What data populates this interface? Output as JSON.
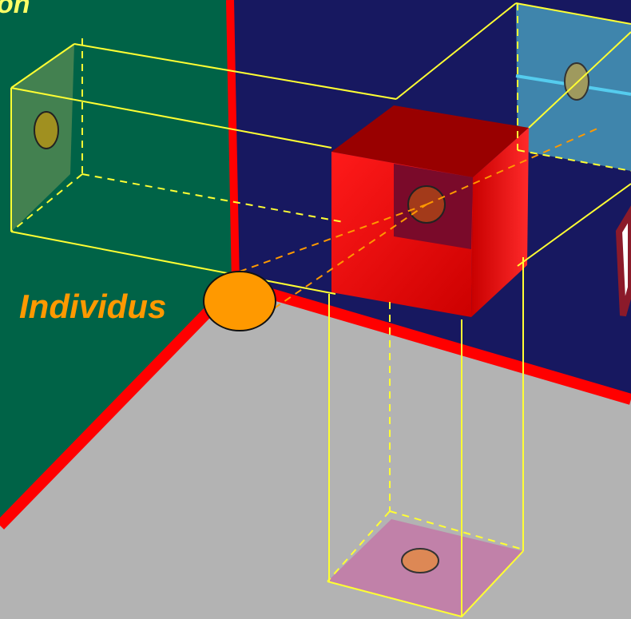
{
  "labels": {
    "title_partial": "on",
    "individus": "Individus"
  },
  "colors": {
    "floor": "#B3B3B3",
    "left_wall": "#006347",
    "back_wall": "#171860",
    "wall_edge": "#FF0000",
    "projection_box": "#FFFF33",
    "cube_front": "#DD0000",
    "cube_top": "#990000",
    "cube_side": "#B40000",
    "individual": "#FF9900",
    "title_text": "#FFFF66",
    "individus_text": "#FF9900"
  },
  "icons": {
    "individual_point": "orange-ellipse",
    "projection_points": "small-ellipses"
  }
}
